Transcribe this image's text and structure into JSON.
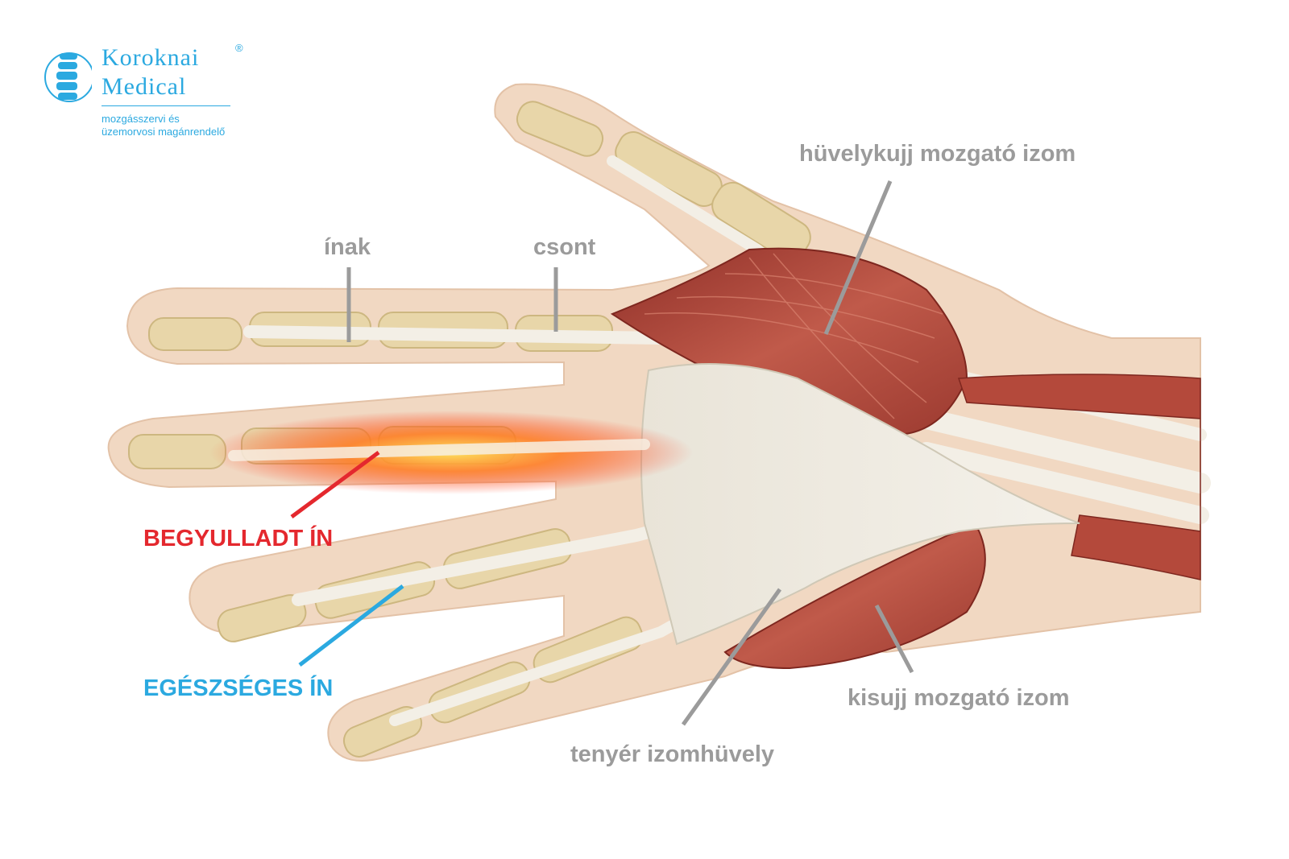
{
  "logo": {
    "name_line1": "Koroknai",
    "name_line2": "Medical",
    "registered": "®",
    "tagline_line1": "mozgásszervi és",
    "tagline_line2": "üzemorvosi magánrendelő"
  },
  "labels": {
    "thumb_muscle": "hüvelykujj mozgató izom",
    "tendons": "ínak",
    "bone": "csont",
    "inflamed_tendon": "BEGYULLADT ÍN",
    "healthy_tendon": "EGÉSZSÉGES ÍN",
    "little_finger_muscle": "kisujj mozgató izom",
    "palmar_fascia": "tenyér izomhüvely"
  },
  "colors": {
    "brand": "#2ba9e0",
    "label_gray": "#9b9b9b",
    "inflamed": "#e4282e",
    "healthy": "#2ba9e0",
    "skin": "#efd2b8",
    "bone": "#e6d3a6",
    "muscle": "#b0483b",
    "tendon": "#f1ede2"
  }
}
